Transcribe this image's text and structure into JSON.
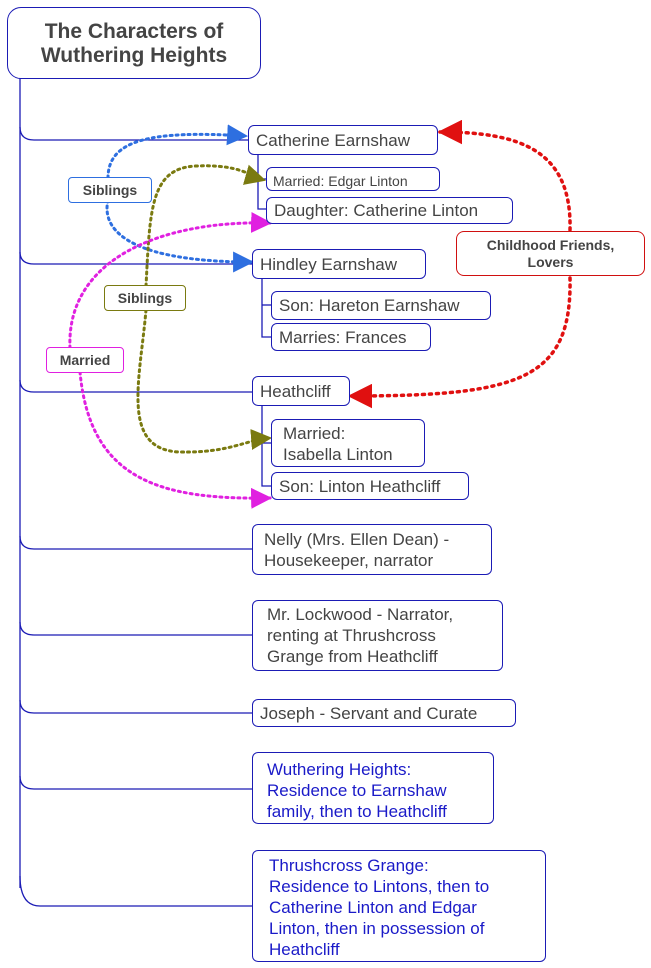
{
  "title": "The Characters of\nWuthering Heights",
  "characters": {
    "catherine": {
      "name": "Catherine Earnshaw",
      "married": "Married: Edgar Linton",
      "daughter": "Daughter: Catherine Linton"
    },
    "hindley": {
      "name": "Hindley Earnshaw",
      "son": "Son: Hareton Earnshaw",
      "marries": "Marries: Frances"
    },
    "heathcliff": {
      "name": "Heathcliff",
      "married": "Married:\nIsabella Linton",
      "son": "Son: Linton Heathcliff"
    },
    "nelly": "Nelly (Mrs. Ellen Dean) -\nHousekeeper, narrator",
    "lockwood": "Mr. Lockwood - Narrator,\nrenting at Thrushcross\nGrange from Heathcliff",
    "joseph": "Joseph - Servant and Curate"
  },
  "places": {
    "wuthering_heights": "Wuthering Heights:\nResidence to Earnshaw\nfamily, then to Heathcliff",
    "thrushcross_grange": "Thrushcross Grange:\nResidence to Lintons, then to\nCatherine Linton and Edgar\nLinton, then in possession of\nHeathcliff"
  },
  "relationships": {
    "siblings_blue": "Siblings",
    "siblings_olive": "Siblings",
    "married_magenta": "Married",
    "lovers_red": "Childhood Friends,\nLovers"
  },
  "colors": {
    "tree_lines": "#1b1bb5",
    "siblings_blue": "#2e6fe0",
    "siblings_olive": "#7a7a10",
    "married_magenta": "#e020e0",
    "lovers_red": "#e01010",
    "place_text": "#1a1ac8",
    "text": "#444444"
  }
}
